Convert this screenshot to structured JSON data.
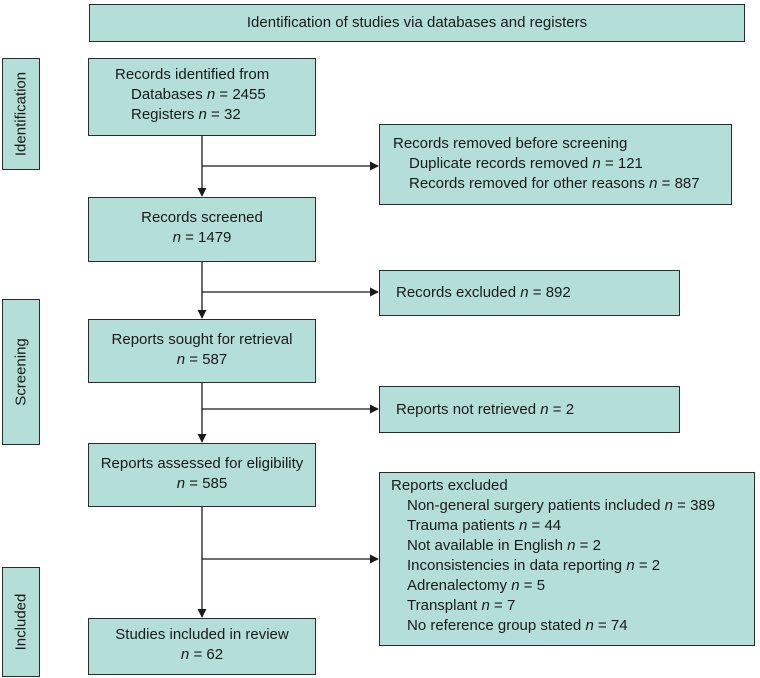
{
  "header": {
    "title": "Identification of studies via databases and registers"
  },
  "sides": {
    "identification": "Identification",
    "screening": "Screening",
    "included": "Included"
  },
  "identified": {
    "title": "Records identified from",
    "databases_label": "Databases",
    "databases_n": "2455",
    "registers_label": "Registers",
    "registers_n": "32"
  },
  "removed": {
    "title": "Records removed before screening",
    "duplicates_label": "Duplicate records removed",
    "duplicates_n": "121",
    "other_label": "Records removed for other reasons",
    "other_n": "887"
  },
  "screened": {
    "title": "Records screened",
    "n": "1479"
  },
  "excluded": {
    "label": "Records excluded",
    "n": "892"
  },
  "sought": {
    "title": "Reports sought for retrieval",
    "n": "587"
  },
  "not_retrieved": {
    "label": "Reports not retrieved",
    "n": "2"
  },
  "assessed": {
    "title": "Reports assessed for eligibility",
    "n": "585"
  },
  "reports_excluded": {
    "title": "Reports excluded",
    "items": [
      {
        "label": "Non-general surgery patients included",
        "n": "389"
      },
      {
        "label": "Trauma patients",
        "n": "44"
      },
      {
        "label": "Not available in English",
        "n": "2"
      },
      {
        "label": "Inconsistencies in data reporting",
        "n": "2"
      },
      {
        "label": "Adrenalectomy",
        "n": "5"
      },
      {
        "label": "Transplant",
        "n": "7"
      },
      {
        "label": "No reference group stated",
        "n": "74"
      }
    ]
  },
  "included": {
    "title": "Studies included in review",
    "n": "62"
  },
  "n_symbol": "n",
  "eq": "="
}
